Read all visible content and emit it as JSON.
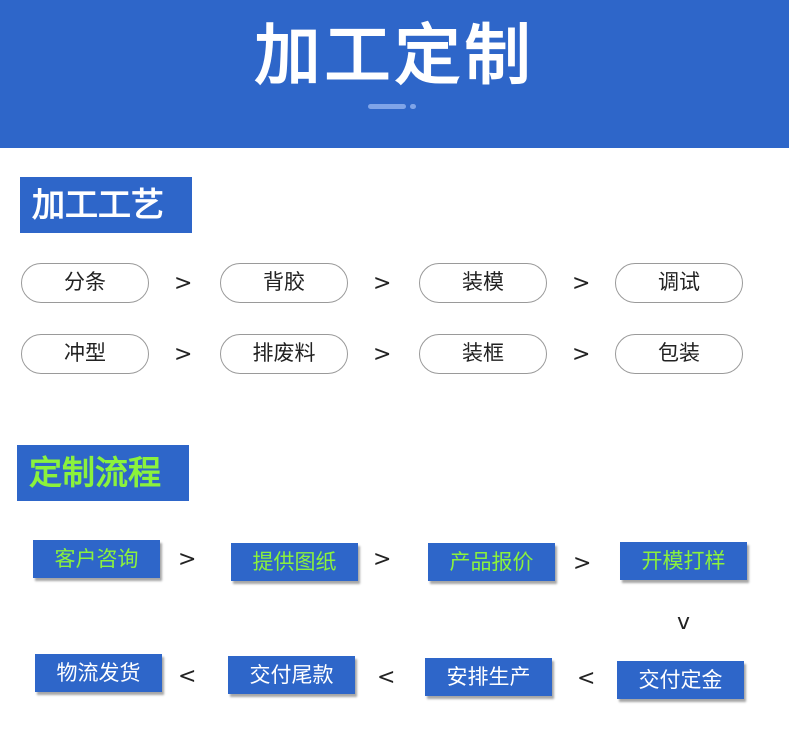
{
  "header": {
    "title": "加工定制"
  },
  "craft": {
    "title": "加工工艺",
    "row1": [
      "分条",
      "背胶",
      "装模",
      "调试"
    ],
    "row2": [
      "冲型",
      "排废料",
      "装框",
      "包装"
    ],
    "arrow": ">"
  },
  "flow": {
    "title": "定制流程",
    "row1": [
      "客户咨询",
      "提供图纸",
      "产品报价",
      "开模打样"
    ],
    "row2": [
      "物流发货",
      "交付尾款",
      "安排生产",
      "交付定金"
    ],
    "arrow_right": ">",
    "arrow_left": "<",
    "arrow_down": "v"
  }
}
